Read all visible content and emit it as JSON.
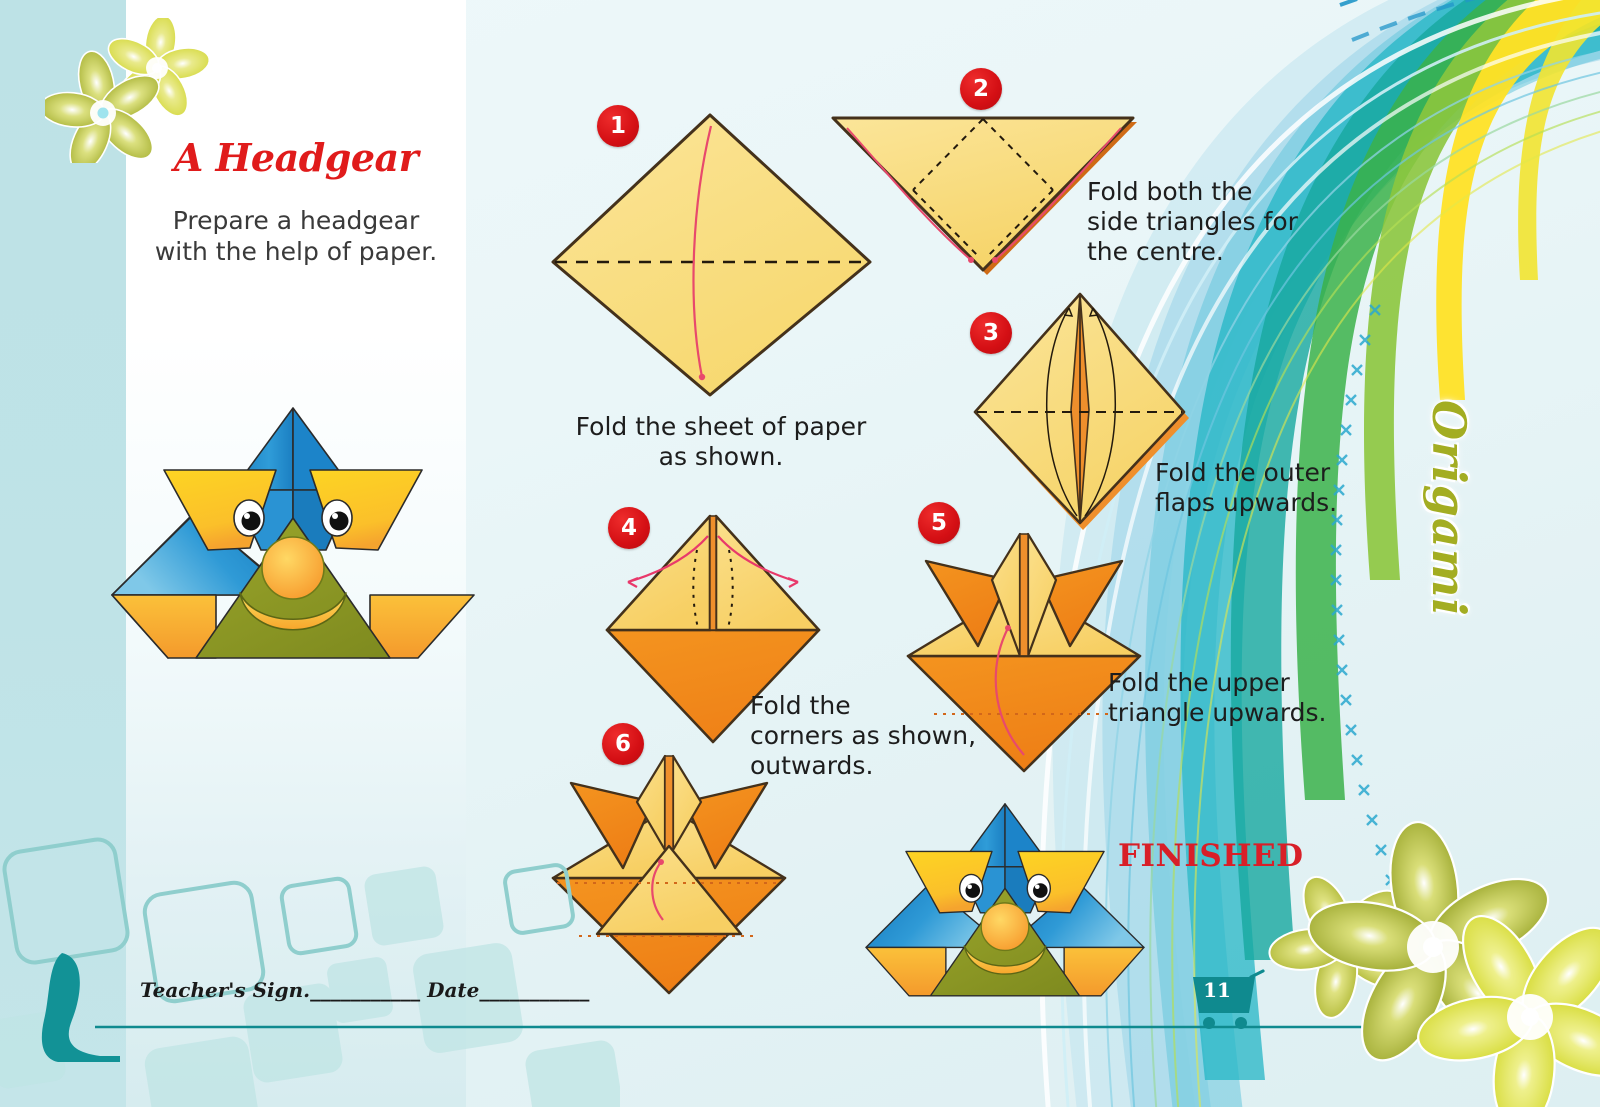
{
  "page": {
    "title": "A Headgear",
    "subtitle": "Prepare a headgear\nwith the help of\npaper.",
    "section_label": "Origami",
    "page_number": "11",
    "finished_label": "FINISHED",
    "footer": {
      "teacher_sign_label": "Teacher's Sign.",
      "teacher_sign_blank": "___________",
      "date_label": "Date",
      "date_blank": "___________"
    }
  },
  "steps": [
    {
      "number": "1",
      "caption": "Fold the sheet of paper\nas shown."
    },
    {
      "number": "2",
      "caption": "Fold both the\nside triangles for\nthe centre."
    },
    {
      "number": "3",
      "caption": "Fold the outer\nflaps upwards."
    },
    {
      "number": "4",
      "caption": "Fold the\ncorners as shown,\noutwards."
    },
    {
      "number": "5",
      "caption": "Fold the upper\ntriangle upwards."
    },
    {
      "number": "6",
      "caption": ""
    }
  ],
  "colors": {
    "title_red": "#e01b1b",
    "finished_red": "#d81f28",
    "badge_red": "#d40f14",
    "paper_yellow": "#f8dd80",
    "paper_yellow_light": "#fbe79b",
    "paper_orange": "#f2922f",
    "paper_orange_dark": "#ea7c1e",
    "fold_arrow_pink": "#e8336a",
    "outline_brown": "#3d2b17",
    "origami_olive": "#a3ad22",
    "teal": "#0f8a8f",
    "left_band_blue": "#bde2e6",
    "model_blue": "#1f86c8",
    "model_yellow": "#fbd426",
    "model_orange": "#f7a938",
    "model_olive": "#8b9623"
  }
}
